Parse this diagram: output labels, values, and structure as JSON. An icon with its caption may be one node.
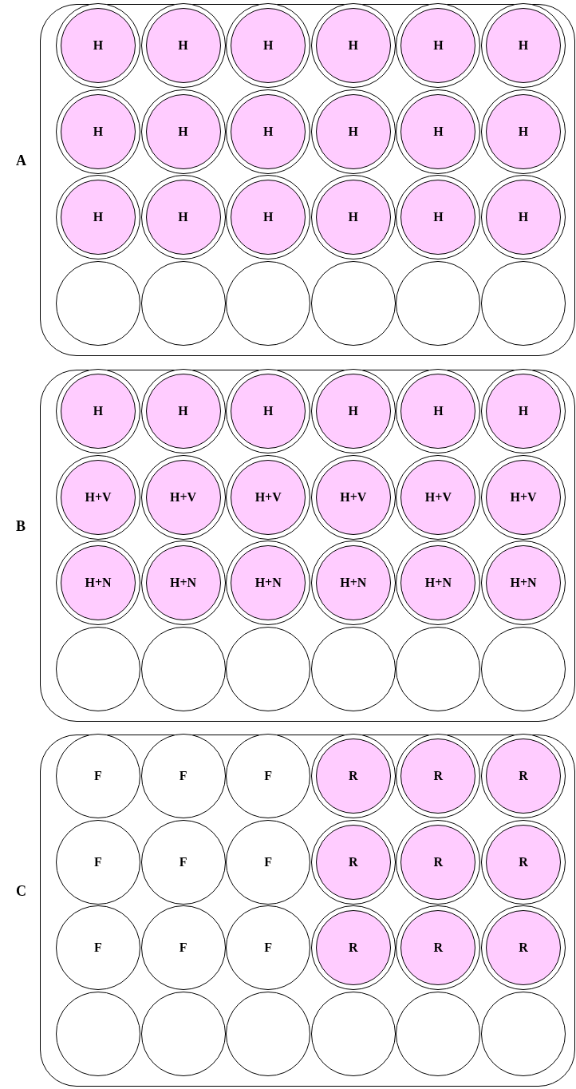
{
  "diagram": {
    "nodes": [
      {
        "text": [],
        "shape": "box",
        "beside": [
          "A"
        ]
      },
      {
        "text": [
          "H"
        ],
        "in": 0
      },
      {
        "text": [
          "H"
        ],
        "in": 0
      },
      {
        "text": [
          "H"
        ],
        "in": 0
      },
      {
        "text": [
          "H"
        ],
        "in": 0
      },
      {
        "text": [
          "H"
        ],
        "in": 0
      },
      {
        "text": [
          "H"
        ],
        "in": 0
      },
      {
        "text": [
          "H"
        ],
        "in": 0
      },
      {
        "text": [
          "H"
        ],
        "in": 0
      },
      {
        "text": [
          "H"
        ],
        "in": 0
      },
      {
        "text": [
          "H"
        ],
        "in": 0
      },
      {
        "text": [
          "H"
        ],
        "in": 0
      },
      {
        "text": [
          "H"
        ],
        "in": 0
      },
      {
        "text": [
          "H"
        ],
        "in": 0
      },
      {
        "text": [
          "H"
        ],
        "in": 0
      },
      {
        "text": [
          "H"
        ],
        "in": 0
      },
      {
        "text": [
          "H"
        ],
        "in": 0
      },
      {
        "text": [
          "H"
        ],
        "in": 0
      },
      {
        "text": [
          "H"
        ],
        "in": 0
      },
      {
        "text": [],
        "shape": "circle",
        "in": 0
      },
      {
        "text": [],
        "shape": "circle",
        "in": 0
      },
      {
        "text": [],
        "shape": "circle",
        "in": 0
      },
      {
        "text": [],
        "shape": "circle",
        "in": 0
      },
      {
        "text": [],
        "shape": "circle",
        "in": 0
      },
      {
        "text": [],
        "shape": "circle",
        "in": 0
      },
      {
        "text": [],
        "shape": "box",
        "beside": [
          "B"
        ]
      },
      {
        "text": [
          "H"
        ],
        "in": 25
      },
      {
        "text": [
          "H"
        ],
        "in": 25
      },
      {
        "text": [
          "H"
        ],
        "in": 25
      },
      {
        "text": [
          "H"
        ],
        "in": 25
      },
      {
        "text": [
          "H"
        ],
        "in": 25
      },
      {
        "text": [
          "H"
        ],
        "in": 25
      },
      {
        "text": [
          "H+V"
        ],
        "in": 25
      },
      {
        "text": [
          "H+V"
        ],
        "in": 25
      },
      {
        "text": [
          "H+V"
        ],
        "in": 25
      },
      {
        "text": [
          "H+V"
        ],
        "in": 25
      },
      {
        "text": [
          "H+V"
        ],
        "in": 25
      },
      {
        "text": [
          "H+V"
        ],
        "in": 25
      },
      {
        "text": [
          "H+N"
        ],
        "in": 25
      },
      {
        "text": [
          "H+N"
        ],
        "in": 25
      },
      {
        "text": [
          "H+N"
        ],
        "in": 25
      },
      {
        "text": [
          "H+N"
        ],
        "in": 25
      },
      {
        "text": [
          "H+N"
        ],
        "in": 25
      },
      {
        "text": [
          "H+N"
        ],
        "in": 25
      },
      {
        "text": [],
        "shape": "circle",
        "in": 25
      },
      {
        "text": [],
        "shape": "circle",
        "in": 25
      },
      {
        "text": [],
        "shape": "circle",
        "in": 25
      },
      {
        "text": [],
        "shape": "circle",
        "in": 25
      },
      {
        "text": [],
        "shape": "circle",
        "in": 25
      },
      {
        "text": [],
        "shape": "circle",
        "in": 25
      },
      {
        "text": [],
        "shape": "box",
        "beside": [
          "C"
        ]
      },
      {
        "text": [
          "F"
        ],
        "in": 50
      },
      {
        "text": [
          "F"
        ],
        "in": 50
      },
      {
        "text": [
          "F"
        ],
        "in": 50
      },
      {
        "text": [
          "R"
        ],
        "in": 50
      },
      {
        "text": [
          "R"
        ],
        "in": 50
      },
      {
        "text": [
          "R"
        ],
        "in": 50
      },
      {
        "text": [
          "F"
        ],
        "in": 50
      },
      {
        "text": [
          "F"
        ],
        "in": 50
      },
      {
        "text": [
          "F"
        ],
        "in": 50
      },
      {
        "text": [
          "R"
        ],
        "in": 50
      },
      {
        "text": [
          "R"
        ],
        "in": 50
      },
      {
        "text": [
          "R"
        ],
        "in": 50
      },
      {
        "text": [
          "F"
        ],
        "in": 50
      },
      {
        "text": [
          "F"
        ],
        "in": 50
      },
      {
        "text": [
          "F"
        ],
        "in": 50
      },
      {
        "text": [
          "R"
        ],
        "in": 50
      },
      {
        "text": [
          "R"
        ],
        "in": 50
      },
      {
        "text": [
          "R"
        ],
        "in": 50
      },
      {
        "text": [],
        "shape": "circle",
        "in": 50
      },
      {
        "text": [],
        "shape": "circle",
        "in": 50
      },
      {
        "text": [],
        "shape": "circle",
        "in": 50
      },
      {
        "text": [],
        "shape": "circle",
        "in": 50
      },
      {
        "text": [],
        "shape": "circle",
        "in": 50
      },
      {
        "text": [],
        "shape": "circle",
        "in": 50
      }
    ]
  }
}
